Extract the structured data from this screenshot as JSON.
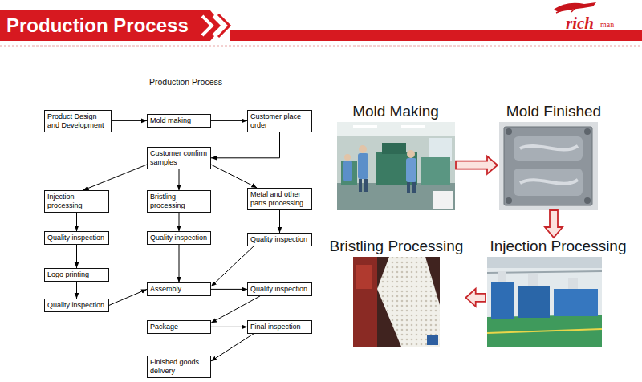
{
  "diagram": {
    "title": "Production Process",
    "nodes": [
      {
        "text": [
          "Product Design and Development"
        ]
      },
      {
        "text": [
          "Mold making"
        ]
      },
      {
        "text": [
          "Customer place order"
        ]
      },
      {
        "text": [
          "Customer confirm samples"
        ]
      },
      {
        "text": [
          "Injection processing"
        ]
      },
      {
        "text": [
          "Bristling processing"
        ]
      },
      {
        "text": [
          "Metal and other parts processing"
        ]
      },
      {
        "text": [
          "Quality inspection"
        ]
      },
      {
        "text": [
          "Quality inspection"
        ]
      },
      {
        "text": [
          "Quality inspection"
        ]
      },
      {
        "text": [
          "Logo printing"
        ]
      },
      {
        "text": [
          "Assembly"
        ]
      },
      {
        "text": [
          "Quality inspection"
        ]
      },
      {
        "text": [
          "Quality inspection"
        ]
      },
      {
        "text": [
          "Package"
        ]
      },
      {
        "text": [
          "Final inspection"
        ]
      },
      {
        "text": [
          "Finished goods delivery"
        ]
      },
      {
        "text": [
          "Mold Making"
        ]
      },
      {
        "text": [
          "Mold Finished"
        ]
      },
      {
        "text": [
          "Bristling Processing"
        ]
      },
      {
        "text": [
          "Injection Processing"
        ]
      }
    ],
    "edges": [
      {
        "from": 0,
        "to": 1,
        "arrow": "to"
      },
      {
        "from": 1,
        "to": 2,
        "arrow": "to"
      },
      {
        "from": 2,
        "to": 3,
        "arrow": "to"
      },
      {
        "from": 3,
        "to": 4,
        "arrow": "to"
      },
      {
        "from": 3,
        "to": 5,
        "arrow": "to"
      },
      {
        "from": 3,
        "to": 6,
        "arrow": "to"
      },
      {
        "from": 4,
        "to": 7,
        "arrow": "to"
      },
      {
        "from": 5,
        "to": 8,
        "arrow": "to"
      },
      {
        "from": 6,
        "to": 9,
        "arrow": "to"
      },
      {
        "from": 7,
        "to": 10,
        "arrow": "to"
      },
      {
        "from": 10,
        "to": 13,
        "arrow": "to"
      },
      {
        "from": 13,
        "to": 11,
        "arrow": "to"
      },
      {
        "from": 8,
        "to": 11,
        "arrow": "to"
      },
      {
        "from": 9,
        "to": 11,
        "arrow": "to"
      },
      {
        "from": 11,
        "to": 12,
        "arrow": "to"
      },
      {
        "from": 12,
        "to": 14,
        "arrow": "to"
      },
      {
        "from": 14,
        "to": 15,
        "arrow": "to"
      },
      {
        "from": 15,
        "to": 16,
        "arrow": "to"
      },
      {
        "from": 17,
        "to": 18,
        "arrow": "to"
      },
      {
        "from": 18,
        "to": 20,
        "arrow": "to"
      },
      {
        "from": 20,
        "to": 19,
        "arrow": "to"
      }
    ],
    "labels": [
      "Production Process",
      "rich",
      "man"
    ]
  }
}
